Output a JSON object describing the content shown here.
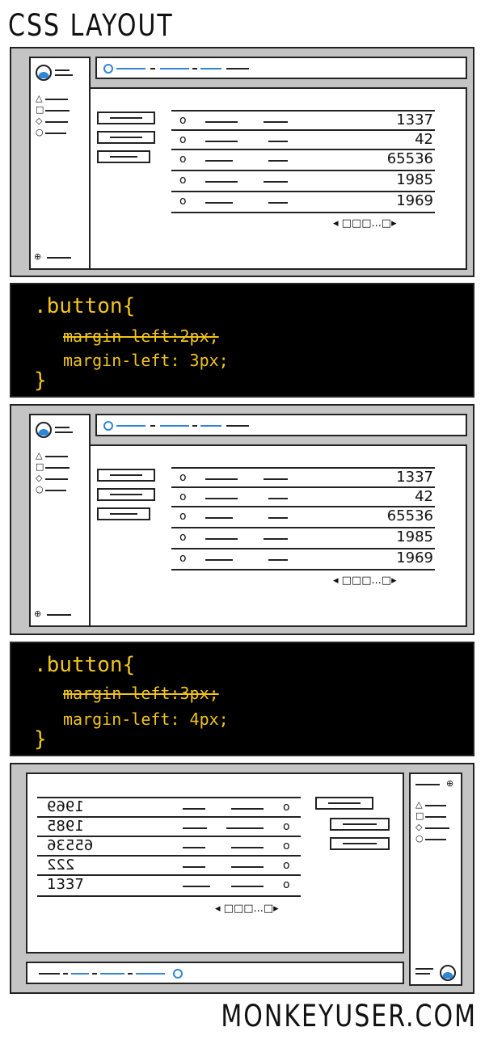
{
  "title": "CSS LAYOUT",
  "footer": "MONKEYUSER.COM",
  "table": {
    "values": [
      "1337",
      "42",
      "65536",
      "1985",
      "1969"
    ],
    "pager": "◂ □□□...□▸"
  },
  "code_blocks": [
    {
      "selector": ".button{",
      "old_rule": "margin-left:2px;",
      "new_rule": "margin-left: 3px;",
      "closing": "}"
    },
    {
      "selector": ".button{",
      "old_rule": "margin-left:3px;",
      "new_rule": "margin-left: 4px;",
      "closing": "}"
    }
  ],
  "mirrored_table": {
    "values": [
      "1969",
      "1985",
      "65536",
      "222",
      "1337"
    ],
    "pager": "◂ □□□...□▸"
  },
  "colors": {
    "accent": "#2f86d6",
    "code_text": "#f2c51c",
    "panel_bg": "#c4c4c4"
  },
  "icons": [
    "avatar-icon",
    "triangle-icon",
    "square-icon",
    "diamond-icon",
    "circle-icon",
    "globe-icon"
  ]
}
